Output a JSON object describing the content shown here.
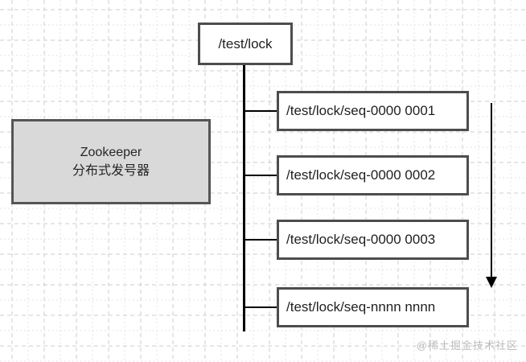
{
  "diagram": {
    "root": {
      "label": "/test/lock"
    },
    "generator_box": {
      "line1": "Zookeeper",
      "line2": "分布式发号器"
    },
    "seq_nodes": [
      {
        "label": "/test/lock/seq-0000 0001"
      },
      {
        "label": "/test/lock/seq-0000 0002"
      },
      {
        "label": "/test/lock/seq-0000 0003"
      },
      {
        "label": "/test/lock/seq-nnnn nnnn"
      }
    ],
    "order_arrow": {
      "direction": "down"
    },
    "watermark": "@稀土掘金技术社区",
    "colors": {
      "node_border": "#4d4d4d",
      "node_fill": "#ffffff",
      "generator_fill": "#d9d9d9",
      "generator_border": "#555555",
      "connector_line": "#000000",
      "grid_major": "#cccccc",
      "grid_minor": "#e3e3e3",
      "watermark": "#bcbcbc"
    }
  }
}
